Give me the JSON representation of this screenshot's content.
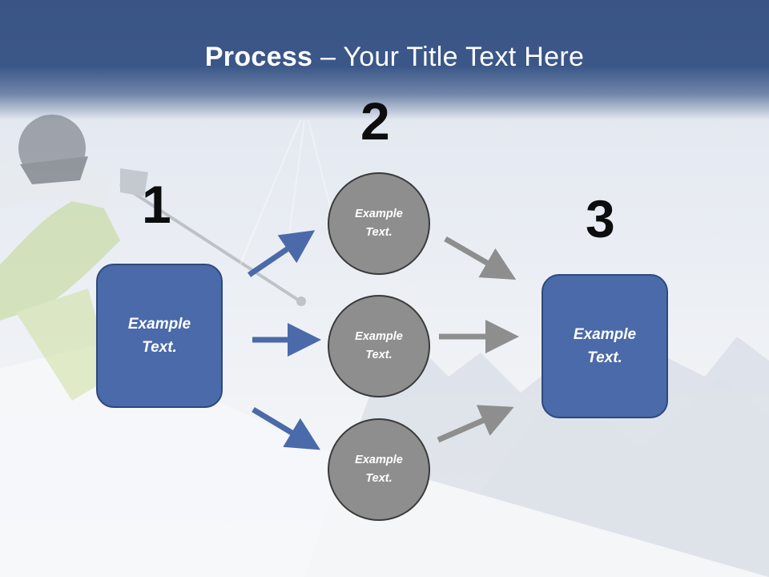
{
  "title": {
    "bold": "Process",
    "rest": " – Your Title Text Here"
  },
  "steps": [
    {
      "number": "1",
      "label_line1": "Example",
      "label_line2": "Text."
    },
    {
      "number": "2"
    },
    {
      "number": "3",
      "label_line1": "Example",
      "label_line2": "Text."
    }
  ],
  "circles": [
    {
      "line1": "Example",
      "line2": "Text."
    },
    {
      "line1": "Example",
      "line2": "Text."
    },
    {
      "line1": "Example",
      "line2": "Text."
    }
  ],
  "colors": {
    "header": "#3b5788",
    "box": "#4a6aa9",
    "box_border": "#2e4a7c",
    "circle": "#8e8e8e",
    "arrow_blue": "#4a6aa9",
    "arrow_gray": "#8e8e8e"
  }
}
